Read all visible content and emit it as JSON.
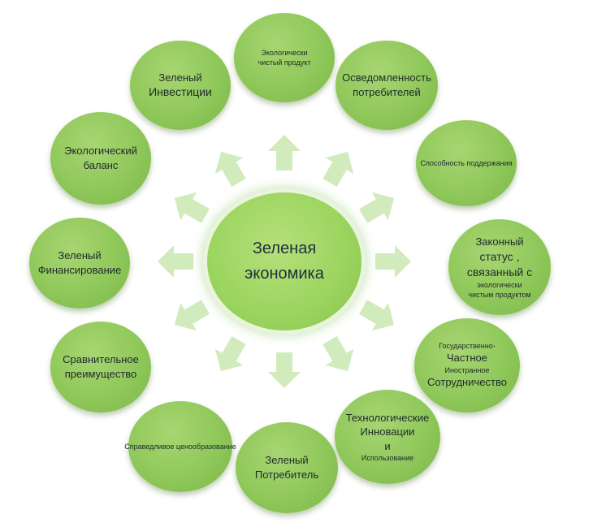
{
  "center": {
    "line1": "Зеленая",
    "line2": "экономика"
  },
  "nodes": [
    {
      "id": "eco-product",
      "lines": [
        "Экологически",
        "чистый продукт"
      ]
    },
    {
      "id": "consumer-awareness",
      "lines": [
        "Осведомленность",
        "потребителей"
      ]
    },
    {
      "id": "sustainability",
      "lines": [
        "Способность поддержания"
      ]
    },
    {
      "id": "legal-status",
      "lines": [
        "Законный",
        "статус ,",
        "связанный с",
        "экологически",
        "чистым продуктом"
      ]
    },
    {
      "id": "public-private-partnership",
      "lines": [
        "Государственно-",
        "Частное",
        "Иностранное",
        "Сотрудничество"
      ]
    },
    {
      "id": "tech-innovation",
      "lines": [
        "Технологические",
        "Инновации",
        "и",
        "Использование"
      ]
    },
    {
      "id": "green-consumer",
      "lines": [
        "Зеленый",
        "Потребитель"
      ]
    },
    {
      "id": "fair-pricing",
      "lines": [
        "Справедливое ценообразование"
      ]
    },
    {
      "id": "comparative-advantage",
      "lines": [
        "Сравнительное",
        "преимущество"
      ]
    },
    {
      "id": "green-financing",
      "lines": [
        "Зеленый",
        "Финансирование"
      ]
    },
    {
      "id": "ecological-balance",
      "lines": [
        "Экологический",
        "баланс"
      ]
    },
    {
      "id": "green-investment",
      "lines": [
        "Зеленый",
        "Инвестиции"
      ]
    }
  ]
}
